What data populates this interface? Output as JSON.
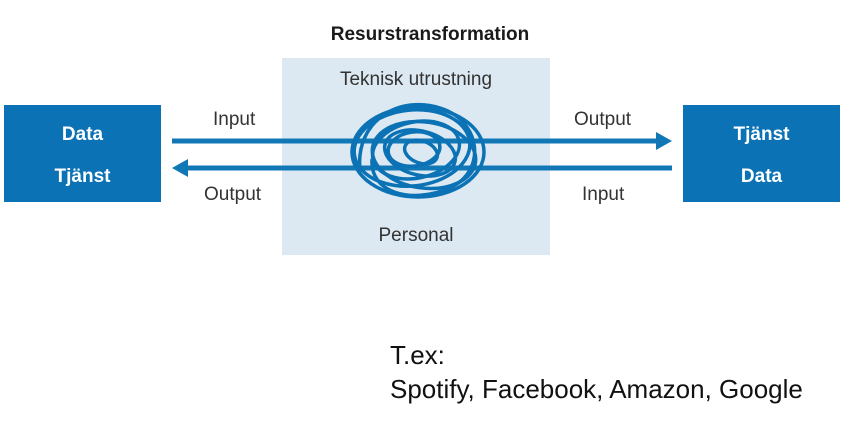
{
  "title": "Resurstransformation",
  "center": {
    "top_label": "Teknisk utrustning",
    "bottom_label": "Personal"
  },
  "left_box": {
    "line1": "Data",
    "line2": "Tjänst"
  },
  "right_box": {
    "line1": "Tjänst",
    "line2": "Data"
  },
  "flows": {
    "top_left": "Input",
    "top_right": "Output",
    "bottom_left": "Output",
    "bottom_right": "Input"
  },
  "note": {
    "line1": "T.ex:",
    "line2": "Spotify, Facebook, Amazon, Google"
  },
  "colors": {
    "box": "#0b72b5",
    "arrow": "#1178b5",
    "panel": "#dce9f2"
  }
}
